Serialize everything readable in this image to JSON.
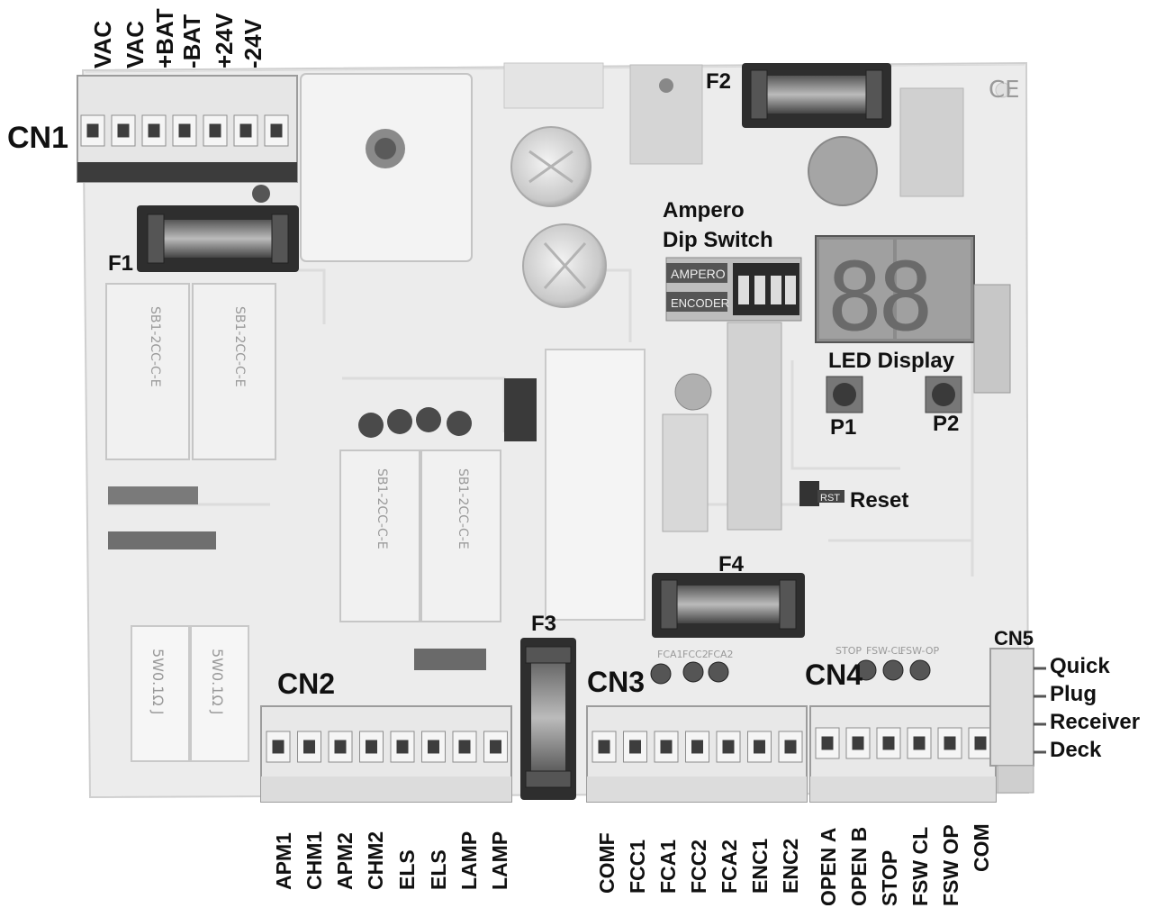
{
  "connectors": {
    "cn1": {
      "name": "CN1",
      "pins": [
        "VAC",
        "VAC",
        "+BAT",
        "-BAT",
        "+24V",
        "-24V"
      ]
    },
    "cn2": {
      "name": "CN2",
      "pins": [
        "APM1",
        "CHM1",
        "APM2",
        "CHM2",
        "ELS",
        "ELS",
        "LAMP",
        "LAMP"
      ]
    },
    "cn3": {
      "name": "CN3",
      "pins": [
        "COMF",
        "FCC1",
        "FCA1",
        "FCC2",
        "FCA2",
        "ENC1",
        "ENC2"
      ]
    },
    "cn4": {
      "name": "CN4",
      "pins": [
        "OPEN A",
        "OPEN B",
        "STOP",
        "FSW CL",
        "FSW OP",
        "COM"
      ]
    },
    "cn5": {
      "name": "CN5",
      "pins": [
        "Quick",
        "Plug",
        "Receiver",
        "Deck"
      ]
    }
  },
  "fuses": {
    "f1": "F1",
    "f2": "F2",
    "f3": "F3",
    "f4": "F4"
  },
  "dip_switch": {
    "line1": "Ampero",
    "line2": "Dip Switch",
    "silk_top": "AMPERO",
    "silk_bottom": "ENCODER"
  },
  "display": {
    "label": "LED Display",
    "digits": "88"
  },
  "buttons": {
    "p1": "P1",
    "p2": "P2",
    "reset": "Reset",
    "rst_silk": "RST"
  },
  "silkscreen": {
    "ce": "CE",
    "relay_text": "SB1-2CC-C-E",
    "resistor_text": "5W0.1Ω J",
    "cn3_leds": [
      "FCA1",
      "FCC2",
      "FCA2"
    ],
    "cn4_leds": [
      "STOP",
      "FSW-CL",
      "FSW-OP"
    ]
  }
}
